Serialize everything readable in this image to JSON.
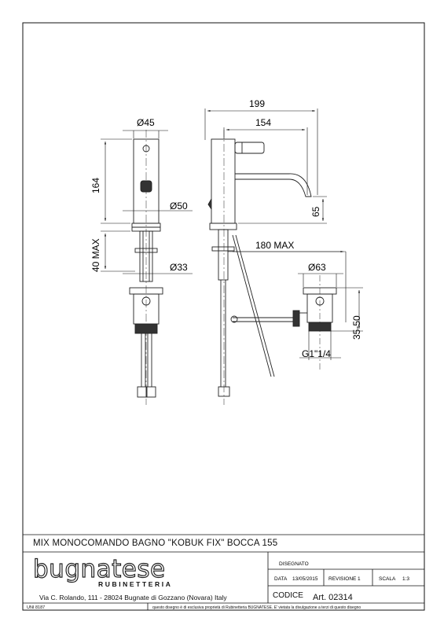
{
  "drawing": {
    "dims": {
      "d199": "199",
      "d154": "154",
      "d45": "Ø45",
      "d164": "164",
      "d50": "Ø50",
      "d65": "65",
      "d40max": "40 MAX",
      "d180max": "180 MAX",
      "d33": "Ø33",
      "d63": "Ø63",
      "d3550": "35-50",
      "g1": "G1\"1/4"
    }
  },
  "title_block": {
    "title": "MIX MONOCOMANDO BAGNO \"KOBUK FIX\" BOCCA 155",
    "brand": "bugnatese",
    "brand_sub": "RUBINETTERIA",
    "address": "Via C. Rolando, 111 - 28024 Bugnate di Gozzano (Novara) Italy",
    "uni": "UNI 8187",
    "disclaimer": "questo disegno è di esclusiva proprietà di Rubinetteria BUGNATESE. E' vietata la divulgazione a terzi di questo disegno",
    "disegnato_label": "DISEGNATO",
    "data_label": "DATA",
    "data_value": "13/05/2015",
    "revisione_label": "REVISIONE",
    "revisione_value": "1",
    "scala_label": "SCALA",
    "scala_value": "1:3",
    "codice_label": "CODICE",
    "article": "Art. 02314"
  }
}
